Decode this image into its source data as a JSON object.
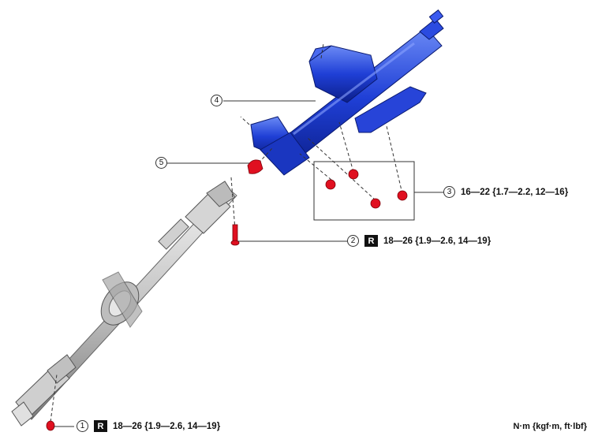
{
  "parts": [
    {
      "num": "1",
      "reuse": "R",
      "torque": "18—26 {1.9—2.6, 14—19}"
    },
    {
      "num": "2",
      "reuse": "R",
      "torque": "18—26 {1.9—2.6, 14—19}"
    },
    {
      "num": "3",
      "reuse": "",
      "torque": "16—22 {1.7—2.2, 12—16}"
    },
    {
      "num": "4"
    },
    {
      "num": "5"
    }
  ],
  "units": "N·m {kgf·m, ft·lbf}",
  "colors": {
    "column": "#1f3fd6",
    "column_dark": "#0c1f8a",
    "column_light": "#5a7af0",
    "bolt": "#e01020",
    "shaft": "#c9c9c9",
    "shaft_dark": "#8a8a8a",
    "line": "#333333"
  }
}
